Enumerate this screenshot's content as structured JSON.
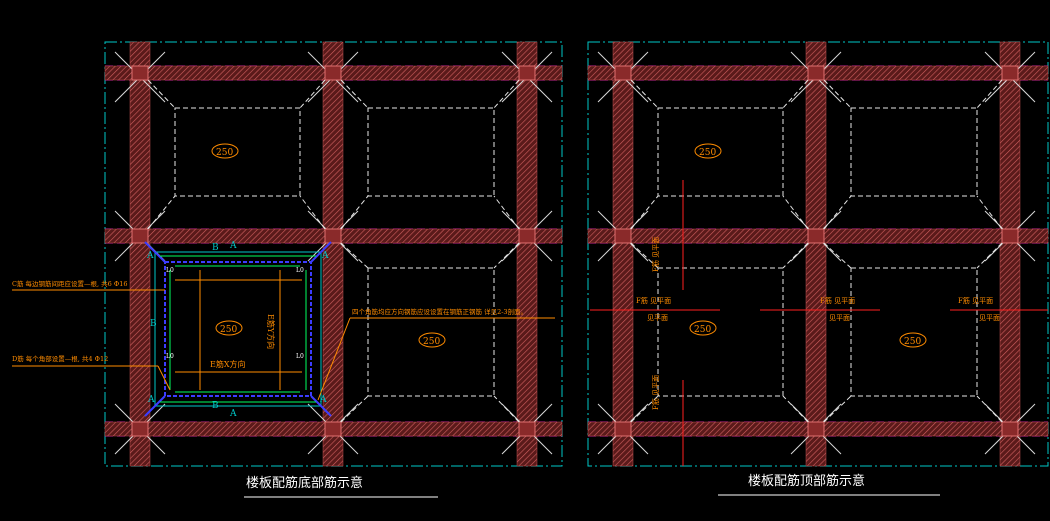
{
  "drawing": {
    "left_title": "楼板配筋底部筋示意",
    "right_title": "楼板配筋顶部筋示意",
    "slab_thickness_labels": [
      "250",
      "250",
      "250",
      "250",
      "250"
    ],
    "callouts": {
      "c_bar": "C筋 每边钢筋间距应设置—根, 共6 Φ16",
      "d_bar": "D筋 每个角部设置—根, 共4 Φ12",
      "note": "四个角筋均应方向钢筋应设设置在钢筋正钢筋 详见2-3剖面。"
    },
    "bar_labels": {
      "a": "A",
      "b": "B",
      "e_x": "E筋X方向",
      "e_y": "E筋Y方向",
      "lo": "L0",
      "f_top_y": "F筋 见平面",
      "f_top_x": "F筋 见平面",
      "f_top_x_sub": "见平面"
    },
    "colors": {
      "background": "#000000",
      "axis_cyan": "#00c8c8",
      "beam_magenta": "#c800c8",
      "dashed_white": "#e6e6e6",
      "column_red": "#b04040",
      "rebar_blue": "#3c3cff",
      "rebar_green": "#00ff60",
      "annotation_orange": "#ff8c00",
      "red_line": "#ff2020",
      "title_white": "#ffffff"
    }
  }
}
